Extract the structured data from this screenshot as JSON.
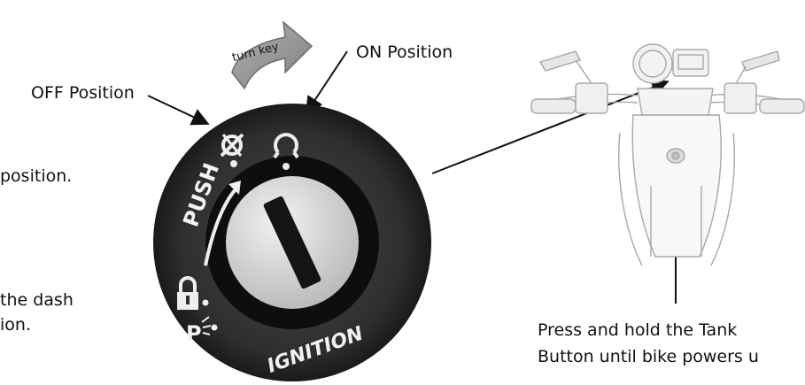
{
  "labels": {
    "turn_key": "turn key",
    "off_position": "OFF Position",
    "on_position": "ON Position",
    "left_fragment_1": "position.",
    "left_fragment_2": "the dash",
    "left_fragment_3": "ion.",
    "tank_button_line1": "Press and hold the Tank",
    "tank_button_line2": "Button until bike powers u"
  },
  "ignition": {
    "push_text": "PUSH",
    "ignition_text": "IGNITION",
    "park_text": "P"
  },
  "icons": [
    "off-symbol-icon",
    "on-symbol-icon",
    "lock-icon",
    "parking-light-icon",
    "key-slot-icon",
    "curved-arrow-icon",
    "motorcycle-illustration"
  ],
  "colors": {
    "ring_outer": "#2a2a2a",
    "ring_inner": "#111111",
    "key_face": "#d9d9d9",
    "arrow_fill": "#9a9a9a",
    "text": "#111111"
  }
}
